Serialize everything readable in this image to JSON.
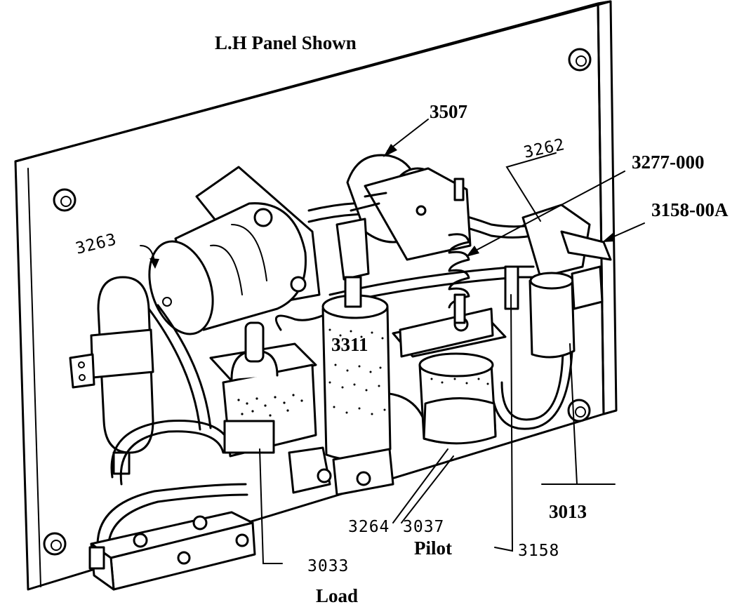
{
  "title": "L.H Panel Shown",
  "labels": {
    "l3507": "3507",
    "l3262": "3262",
    "l3277": "3277-000",
    "l3158a": "3158-00A",
    "l3263": "3263",
    "l3311": "3311",
    "l3013": "3013",
    "l3264": "3264",
    "l3037": "3037",
    "pilot": "Pilot",
    "l3158": "3158",
    "l3033": "3033",
    "load": "Load"
  }
}
